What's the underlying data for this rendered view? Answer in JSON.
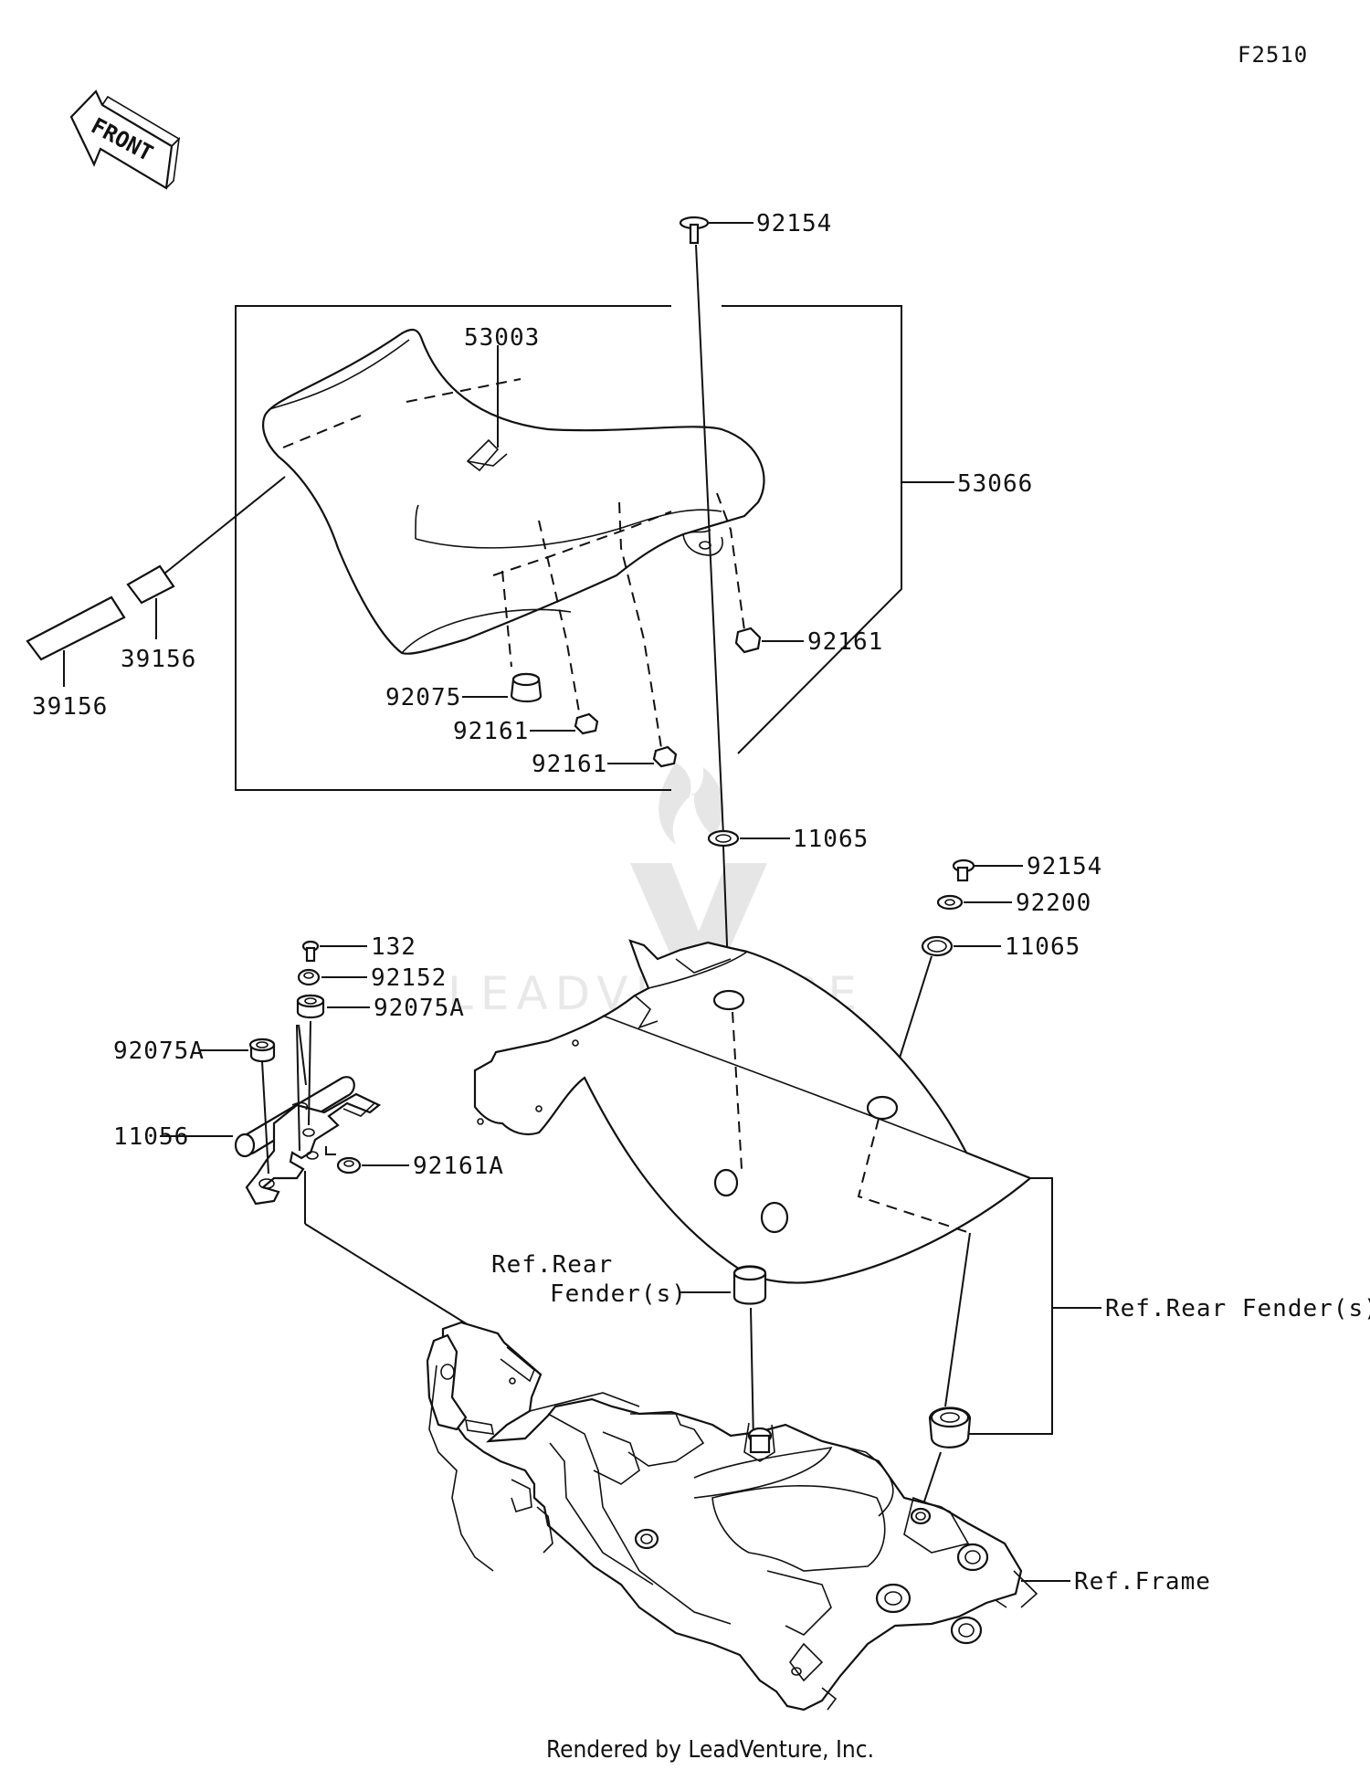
{
  "diagram_code": "F2510",
  "front_label": "FRONT",
  "watermark": "LEADVENTURE",
  "footer": "Rendered by LeadVenture, Inc.",
  "parts": {
    "p92154_top": "92154",
    "p53003": "53003",
    "p53066": "53066",
    "p39156_a": "39156",
    "p39156_b": "39156",
    "p92161_right": "92161",
    "p92075": "92075",
    "p92161_mid": "92161",
    "p92161_low": "92161",
    "p11065_mid": "11065",
    "p92154_right": "92154",
    "p92200": "92200",
    "p11065_right": "11065",
    "p132": "132",
    "p92152": "92152",
    "p92075A_a": "92075A",
    "p92075A_b": "92075A",
    "p11056": "11056",
    "p92161A": "92161A"
  },
  "refs": {
    "rear_fender_left_1": "Ref.Rear",
    "rear_fender_left_2": "Fender(s)",
    "rear_fender_right": "Ref.Rear Fender(s)",
    "frame": "Ref.Frame"
  }
}
